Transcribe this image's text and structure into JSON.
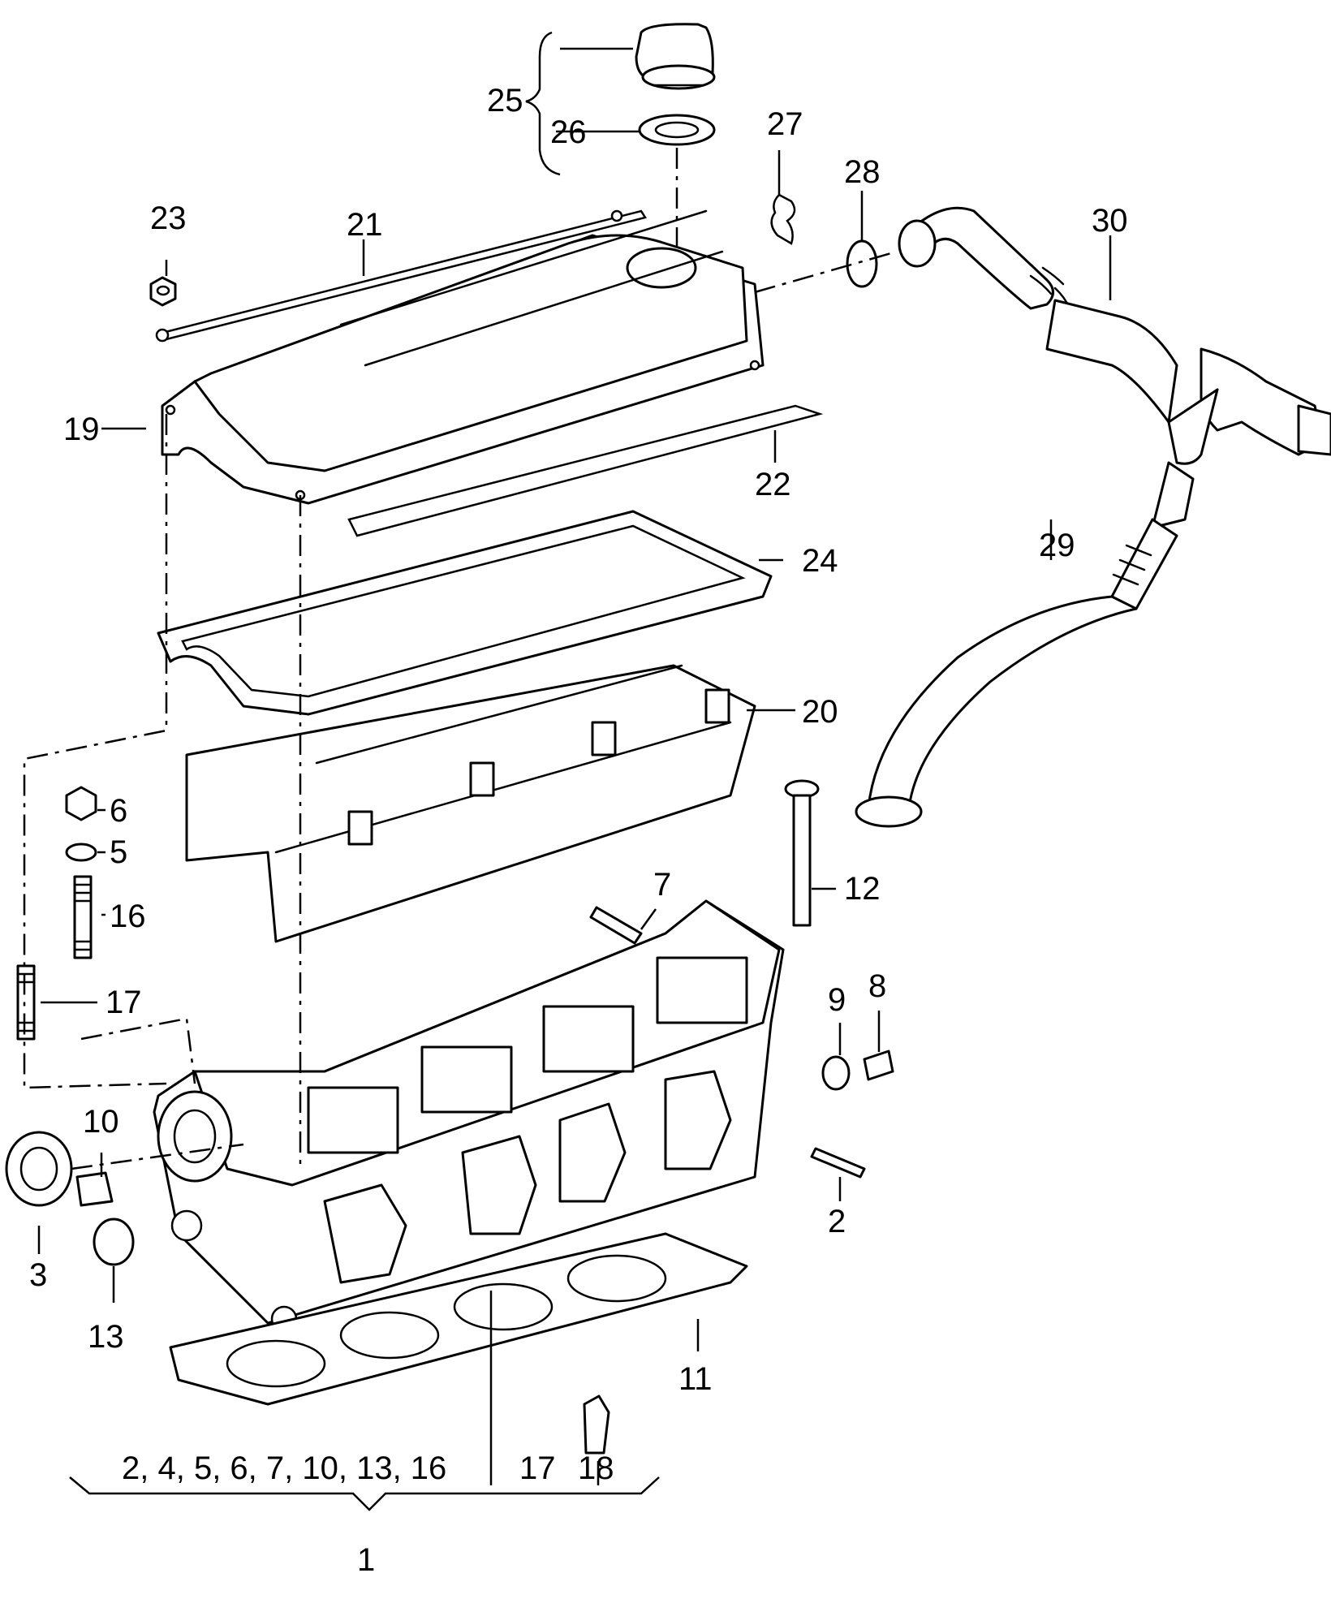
{
  "diagram": {
    "callouts": {
      "c1": "1",
      "c2": "2",
      "c3": "3",
      "c5": "5",
      "c6": "6",
      "c7": "7",
      "c8": "8",
      "c9": "9",
      "c10": "10",
      "c11": "11",
      "c12": "12",
      "c13": "13",
      "c16": "16",
      "c17": "17",
      "c18": "18",
      "c19": "19",
      "c20": "20",
      "c21": "21",
      "c22": "22",
      "c23": "23",
      "c24": "24",
      "c25": "25",
      "c26": "26",
      "c27": "27",
      "c28": "28",
      "c29": "29",
      "c30": "30"
    },
    "assembly_list": "2, 4, 5, 6, 7,  10, 13, 16",
    "assembly_list_b": "17",
    "assembly_list_c": "18"
  }
}
